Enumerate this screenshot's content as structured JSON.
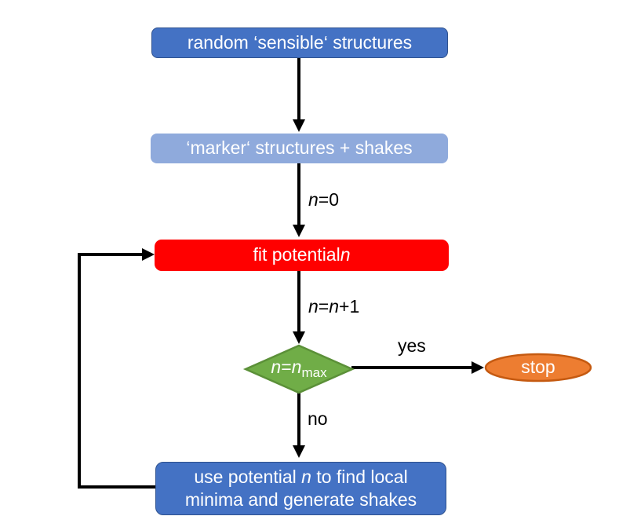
{
  "diagram": {
    "type": "flowchart",
    "background": "#FFFFFF",
    "colors": {
      "node_blue": "#4472C4",
      "node_blue_border": "#2F528F",
      "node_light_blue": "#8FAADC",
      "node_red": "#FF0000",
      "node_green": "#70AD47",
      "node_green_border": "#5B9038",
      "node_orange": "#ED7D31",
      "node_orange_border": "#C55A11",
      "arrow": "#000000",
      "node_text": "#FFFFFF",
      "label_text": "#000000"
    },
    "nodes": {
      "random_structures": {
        "label": "random ‘sensible‘ structures",
        "shape": "rounded-rect",
        "fill": "#4472C4"
      },
      "marker_structures": {
        "label": "‘marker‘ structures + shakes",
        "shape": "rounded-rect",
        "fill": "#8FAADC"
      },
      "fit_potential": {
        "before": "fit potential ",
        "italic": "n",
        "shape": "rounded-rect",
        "fill": "#FF0000"
      },
      "decision": {
        "italic1": "n",
        "eq": "=",
        "italic2": "n",
        "sub": "max",
        "shape": "diamond",
        "fill": "#70AD47"
      },
      "stop": {
        "label": "stop",
        "shape": "ellipse",
        "fill": "#ED7D31"
      },
      "use_potential": {
        "line1_before": "use potential ",
        "line1_italic": "n",
        "line1_after": " to find local",
        "line2": "minima and generate shakes",
        "shape": "rounded-rect",
        "fill": "#4472C4"
      }
    },
    "edge_labels": {
      "n_init": {
        "italic": "n",
        "rest": "=0"
      },
      "n_increment": {
        "italic1": "n",
        "eq": "=",
        "italic2": "n",
        "rest": "+1"
      },
      "yes": "yes",
      "no": "no"
    },
    "edges": [
      "random_structures -> marker_structures",
      "marker_structures -> fit_potential (n=0)",
      "fit_potential -> decision (n=n+1)",
      "decision -> stop (yes)",
      "decision -> use_potential (no)",
      "use_potential -> fit_potential (loop)"
    ]
  }
}
